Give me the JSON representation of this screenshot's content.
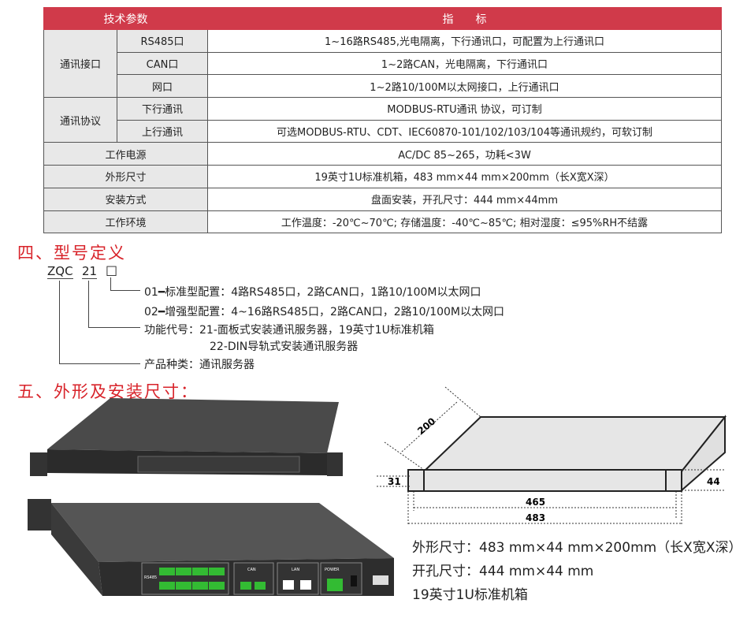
{
  "table": {
    "header": [
      "技术参数",
      "指　　标"
    ],
    "rows": [
      {
        "group": "通讯接口",
        "item": "RS485口",
        "value": "1~16路RS485,光电隔离，下行通讯口，可配置为上行通讯口"
      },
      {
        "item": "CAN口",
        "value": "1~2路CAN，光电隔离，下行通讯口"
      },
      {
        "item": "网口",
        "value": "1~2路10/100M以太网接口，上行通讯口"
      },
      {
        "group": "通讯协议",
        "item": "下行通讯",
        "value": "MODBUS-RTU通讯 协议，可订制"
      },
      {
        "item": "上行通讯",
        "value": "可选MODBUS-RTU、CDT、IEC60870-101/102/103/104等通讯规约，可软订制"
      },
      {
        "item": "工作电源",
        "value": "AC/DC 85~265，功耗<3W"
      },
      {
        "item": "外形尺寸",
        "value": "19英寸1U标准机箱，483 mm×44 mm×200mm（长X宽X深）"
      },
      {
        "item": "安装方式",
        "value": "盘面安装，开孔尺寸：444 mm×44mm"
      },
      {
        "item": "工作环境",
        "value": "工作温度：-20℃~70℃; 存储温度：-40℃~85℃; 相对湿度：≤95%RH不结露"
      }
    ]
  },
  "model": {
    "title": "四、型号定义",
    "code": [
      "ZQC",
      "21",
      "□"
    ],
    "lines": [
      "01━标准型配置：4路RS485口，2路CAN口，1路10/100M以太网口",
      "02━增强型配置：4~16路RS485口，2路CAN口，2路10/100M以太网口",
      "功能代号：21-面板式安装通讯服务器，19英寸1U标准机箱",
      "22-DIN导轨式安装通讯服务器",
      "产品种类：通讯服务器"
    ]
  },
  "dims": {
    "title": "五、外形及安装尺寸：",
    "labels": {
      "depth": "200",
      "hole": "31",
      "height": "44",
      "inner": "465",
      "outer": "483"
    },
    "panel_labels": {
      "rs485": "RS485",
      "can": "CAN",
      "lan": "LAN",
      "power": "POWER"
    },
    "captions": [
      "外形尺寸：483 mm×44 mm×200mm（长X宽X深）",
      "开孔尺寸：444 mm×44 mm",
      "19英寸1U标准机箱"
    ]
  }
}
